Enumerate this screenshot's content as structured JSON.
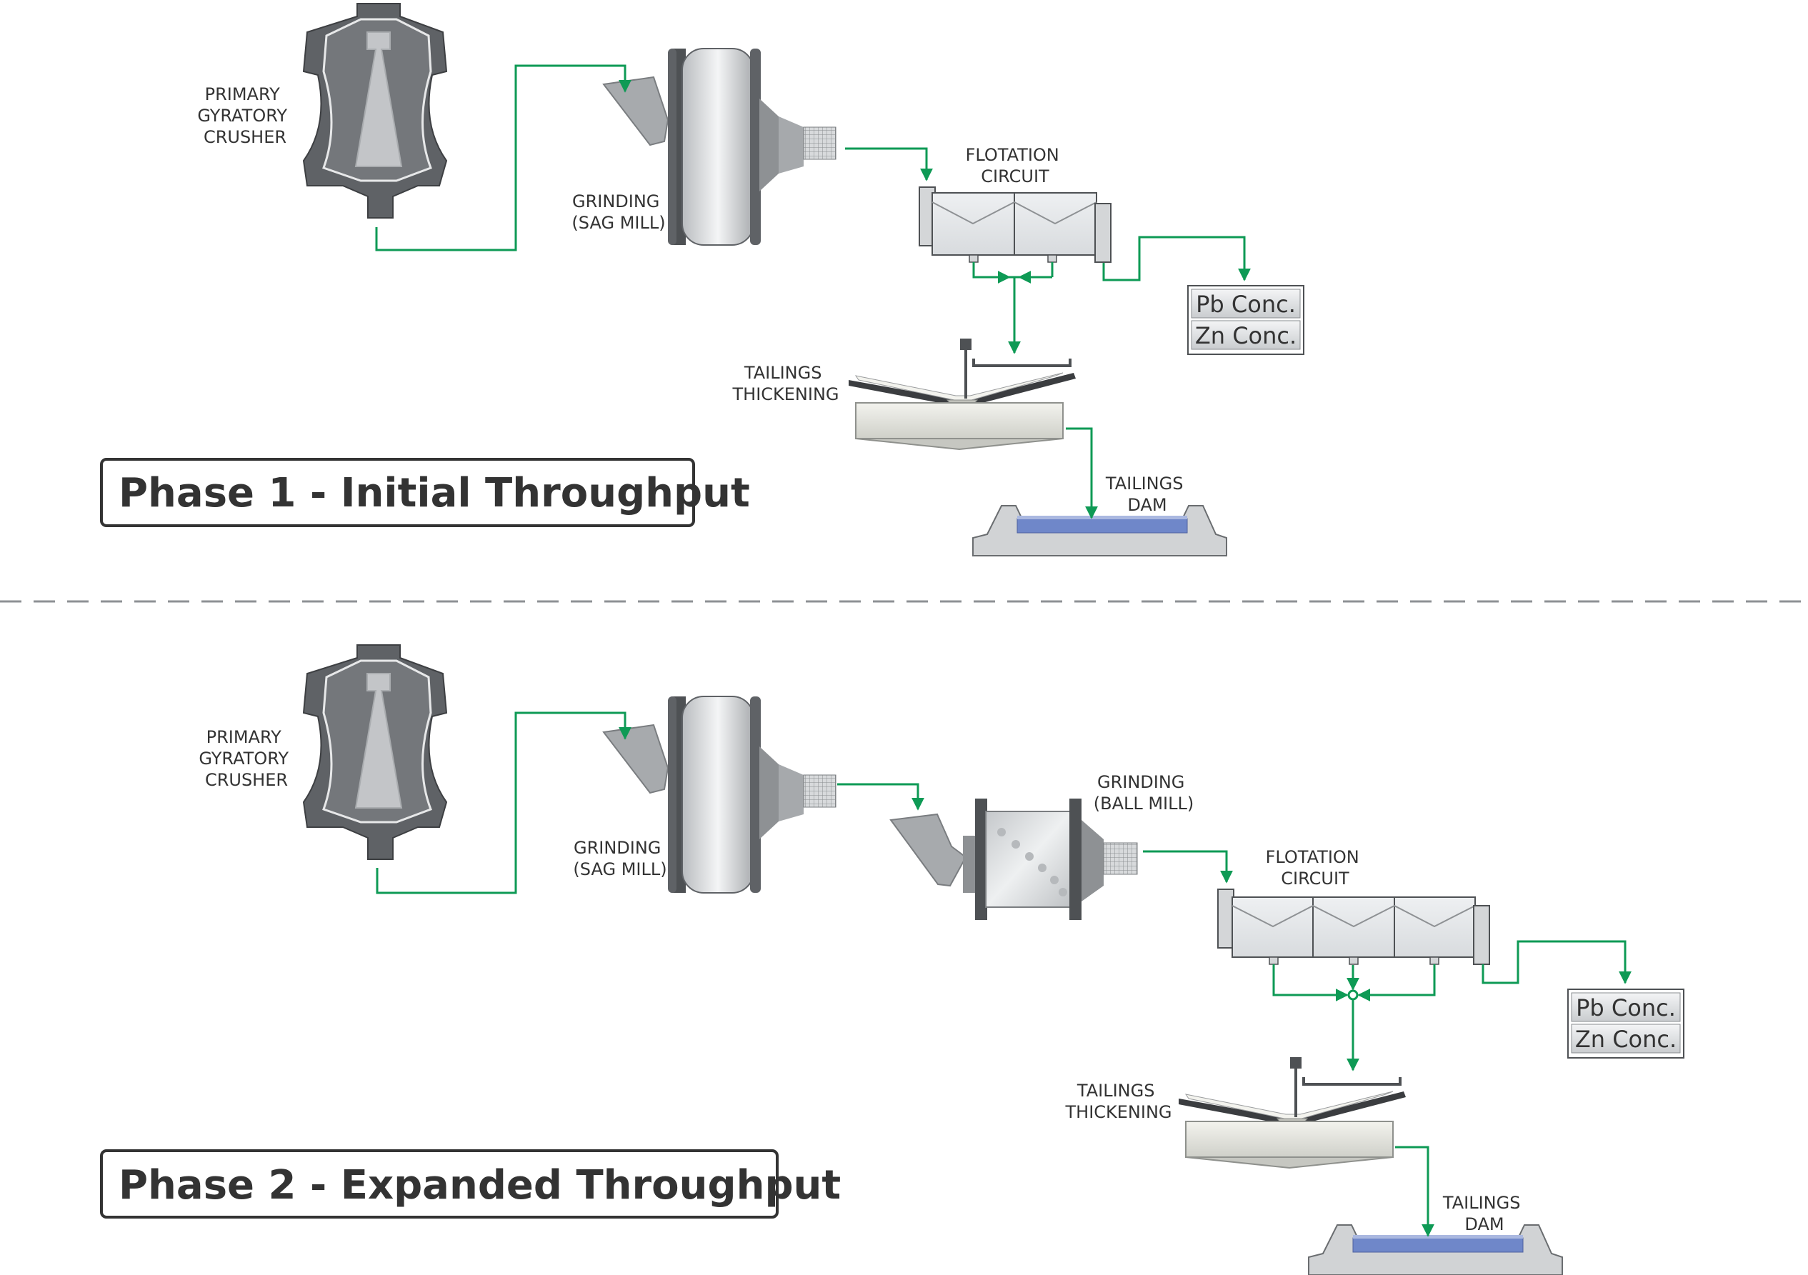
{
  "phase1": {
    "title": "Phase 1 - Initial Throughput",
    "crusher_label": [
      "PRIMARY",
      "GYRATORY",
      "CRUSHER"
    ],
    "sag_label": [
      "GRINDING",
      "(SAG MILL)"
    ],
    "flotation_label": [
      "FLOTATION",
      "CIRCUIT"
    ],
    "thickening_label": [
      "TAILINGS",
      "THICKENING"
    ],
    "dam_label": [
      "TAILINGS",
      "DAM"
    ],
    "concentrates": [
      "Pb Conc.",
      "Zn Conc."
    ]
  },
  "phase2": {
    "title": "Phase 2 - Expanded Throughput",
    "crusher_label": [
      "PRIMARY",
      "GYRATORY",
      "CRUSHER"
    ],
    "sag_label": [
      "GRINDING",
      "(SAG MILL)"
    ],
    "ball_label": [
      "GRINDING",
      "(BALL MILL)"
    ],
    "flotation_label": [
      "FLOTATION",
      "CIRCUIT"
    ],
    "thickening_label": [
      "TAILINGS",
      "THICKENING"
    ],
    "dam_label": [
      "TAILINGS",
      "DAM"
    ],
    "concentrates": [
      "Pb Conc.",
      "Zn Conc."
    ]
  },
  "colors": {
    "flow_line": "#0e9a55",
    "dam_water": "#6f87c9",
    "equipment_dark": "#5f6266",
    "equipment_light": "#d4d6d8"
  }
}
